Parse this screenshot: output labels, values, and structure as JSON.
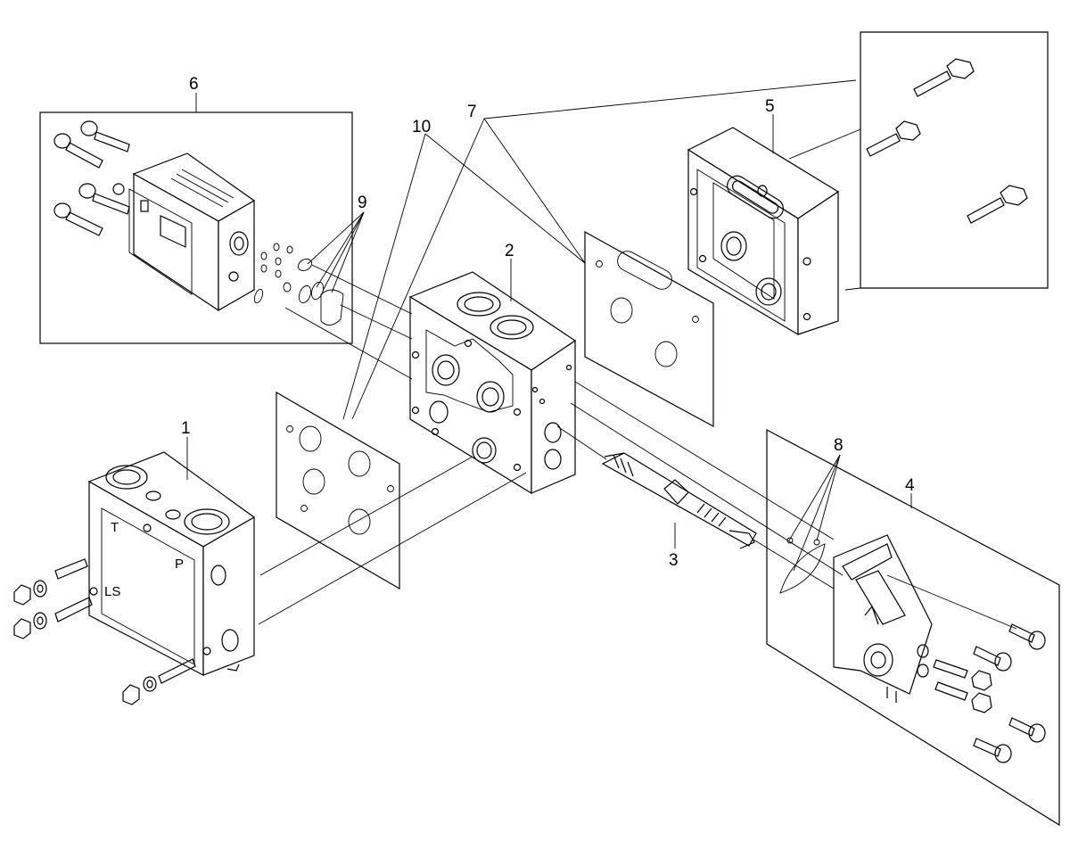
{
  "callouts": {
    "c1": "1",
    "c2": "2",
    "c3": "3",
    "c4": "4",
    "c5": "5",
    "c6": "6",
    "c7": "7",
    "c8": "8",
    "c9": "9",
    "c10": "10"
  },
  "port_marks": {
    "tank": "T",
    "pressure": "P",
    "load_sense": "LS"
  },
  "colors": {
    "line": "#000000",
    "background": "#ffffff"
  }
}
